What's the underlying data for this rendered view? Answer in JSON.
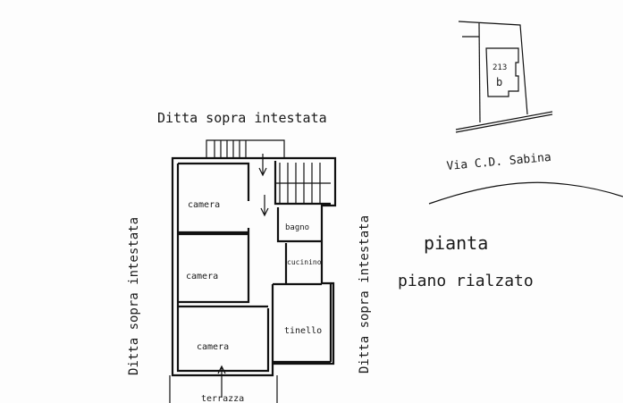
{
  "labels": {
    "neighbor_top": "Ditta sopra intestata",
    "neighbor_left": "Ditta sopra intestata",
    "neighbor_right": "Ditta sopra intestata",
    "street": "Via C.D. Sabina",
    "parcel_number": "213",
    "parcel_sub": "b",
    "title_line1": "pianta",
    "title_line2": "piano rialzato"
  },
  "rooms": [
    {
      "name": "camera"
    },
    {
      "name": "camera"
    },
    {
      "name": "camera"
    },
    {
      "name": "bagno"
    },
    {
      "name": "cucinino"
    },
    {
      "name": "tinello"
    },
    {
      "name": "terrazza"
    }
  ],
  "colors": {
    "ink": "#111111",
    "paper": "#fdfdfd"
  }
}
